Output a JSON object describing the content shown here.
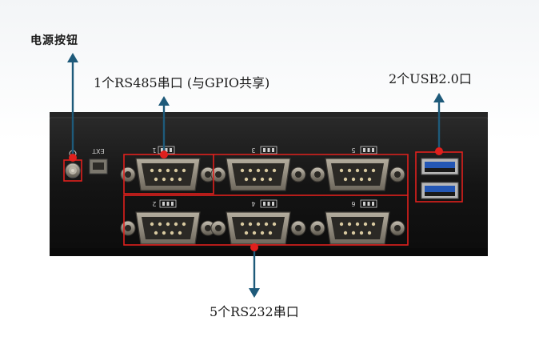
{
  "labels": {
    "power_button": "电源按钮",
    "rs485_port": "1个RS485串口 (与GPIO共享)",
    "usb_ports": "2个USB2.0口",
    "rs232_ports": "5个RS232串口"
  },
  "panel": {
    "ext_label": "EXT",
    "port_numbers": [
      "1",
      "3",
      "5",
      "2",
      "4",
      "6"
    ]
  },
  "colors": {
    "chassis": "#141414",
    "callout_red": "#e0201d",
    "arrow_blue": "#1e5a7a",
    "connector_metal": "#9a9488"
  }
}
